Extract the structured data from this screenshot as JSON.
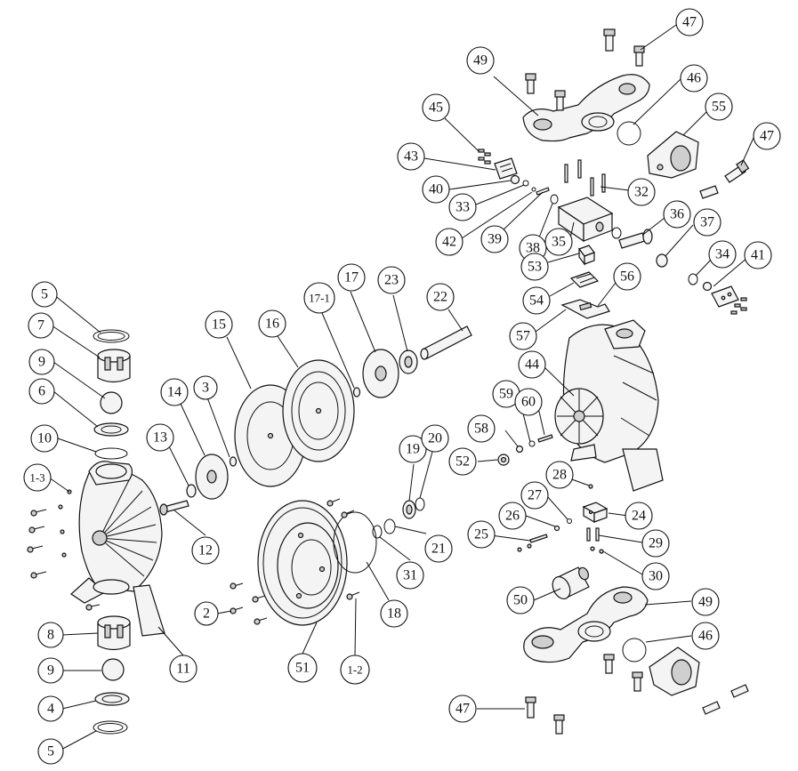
{
  "callouts": {
    "c1_3": "1-3",
    "c1_2": "1-2",
    "c2": "2",
    "c3": "3",
    "c4": "4",
    "c5a": "5",
    "c5b": "5",
    "c6": "6",
    "c7": "7",
    "c8": "8",
    "c9a": "9",
    "c9b": "9",
    "c10": "10",
    "c11": "11",
    "c12": "12",
    "c13": "13",
    "c14": "14",
    "c15": "15",
    "c16": "16",
    "c17_1": "17-1",
    "c17": "17",
    "c18": "18",
    "c19": "19",
    "c20": "20",
    "c21": "21",
    "c22": "22",
    "c23": "23",
    "c24": "24",
    "c25": "25",
    "c26": "26",
    "c27": "27",
    "c28": "28",
    "c29": "29",
    "c30": "30",
    "c31": "31",
    "c32": "32",
    "c33": "33",
    "c34": "34",
    "c35": "35",
    "c36": "36",
    "c37": "37",
    "c38": "38",
    "c39": "39",
    "c40": "40",
    "c41": "41",
    "c42": "42",
    "c43": "43",
    "c44": "44",
    "c45": "45",
    "c46a": "46",
    "c46b": "46",
    "c47a": "47",
    "c47b": "47",
    "c47c": "47",
    "c49a": "49",
    "c49b": "49",
    "c50": "50",
    "c51": "51",
    "c52": "52",
    "c53": "53",
    "c54": "54",
    "c55": "55",
    "c56": "56",
    "c57": "57",
    "c58": "58",
    "c59": "59",
    "c60": "60"
  }
}
